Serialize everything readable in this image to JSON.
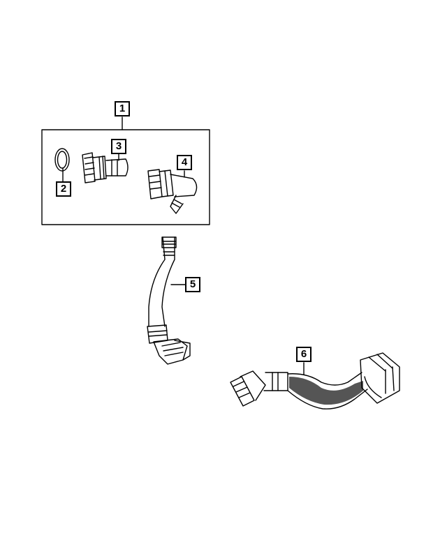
{
  "callouts": {
    "c1": "1",
    "c2": "2",
    "c3": "3",
    "c4": "4",
    "c5": "5",
    "c6": "6"
  },
  "parts": [
    {
      "callout": "1",
      "part": "connector-assembly-group"
    },
    {
      "callout": "2",
      "part": "o-ring"
    },
    {
      "callout": "3",
      "part": "straight-connector"
    },
    {
      "callout": "4",
      "part": "elbow-connector"
    },
    {
      "callout": "5",
      "part": "bent-hose"
    },
    {
      "callout": "6",
      "part": "corrugated-hose"
    }
  ],
  "colors": {
    "line": "#000000",
    "background": "#ffffff",
    "corrugation_fill": "#555555"
  }
}
